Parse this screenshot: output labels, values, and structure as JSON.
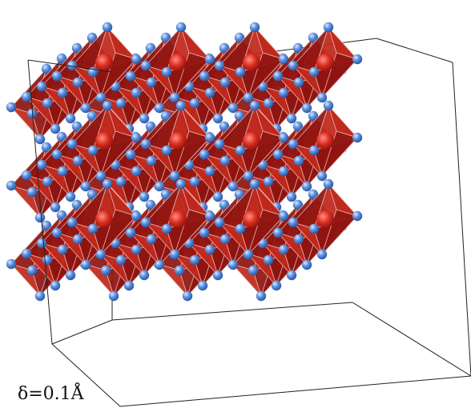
{
  "figure": {
    "caption": "δ=0.1Å",
    "colors": {
      "octahedron_face": "#c0281c",
      "octahedron_dark": "#8f1410",
      "octahedron_edge": "#e9b4ac",
      "center_atom": "#e0251a",
      "corner_atom": "#4a82d4",
      "cell_line": "#222222"
    },
    "lattice": {
      "columns": 4,
      "rows": 3,
      "layers": 5
    }
  }
}
